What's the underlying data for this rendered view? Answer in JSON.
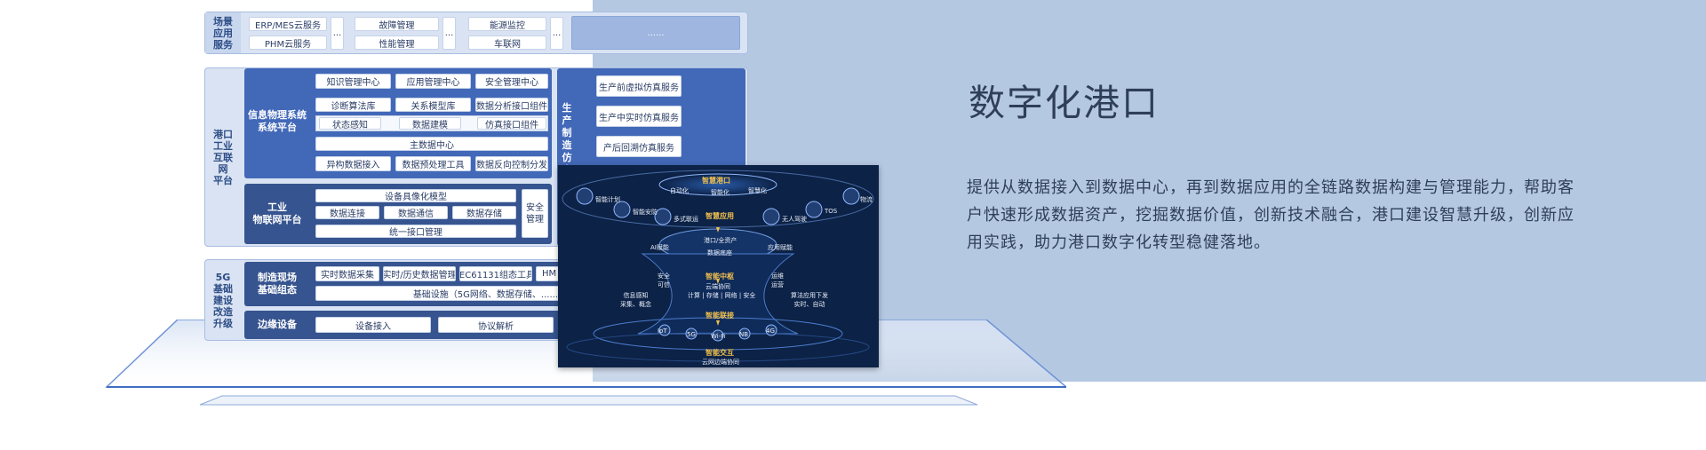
{
  "heading": {
    "title": "数字化港口"
  },
  "description": "提供从数据接入到数据中心，再到数据应用的全链路数据构建与管理能力，帮助客户快速形成数据资产，挖掘数据价值，创新技术融合，港口建设智慧升级，创新应用实践，助力港口数字化转型稳健落地。",
  "scene": {
    "label": "场景\n应用\n服务",
    "items": [
      "ERP/MES云服务",
      "PHM云服务",
      "故障管理",
      "性能管理",
      "能源监控",
      "车联网",
      "......"
    ],
    "ellipsis": "..."
  },
  "platform": {
    "label": "港口\n工业\n互联\n网\n平台",
    "cps": {
      "label": "信息物理系统\n系统平台",
      "items": [
        "知识管理中心",
        "应用管理中心",
        "安全管理中心",
        "诊断算法库",
        "关系模型库",
        "数据分析接口组件",
        "状态感知",
        "数据建模",
        "仿真接口组件",
        "主数据中心",
        "异构数据接入",
        "数据预处理工具",
        "数据反向控制分发"
      ]
    },
    "iot": {
      "label": "工业\n物联网平台",
      "items": [
        "设备具像化模型",
        "数据连接",
        "数据通信",
        "数据存储",
        "统一接口管理"
      ],
      "security": "安全\n管理"
    },
    "sim": {
      "label": "生\n产\n制\n造\n仿\n真",
      "items": [
        "生产前虚拟仿真服务",
        "生产中实时仿真服务",
        "产后回溯仿真服务"
      ]
    }
  },
  "infra": {
    "label": "5G\n基础\n建设\n改造\n升级",
    "site": {
      "label": "制造现场\n基础组态",
      "items": [
        "实时数据采集",
        "实时/历史数据管理",
        "IEC61131组态工具",
        "HM",
        "基础设施（5G网络、数据存储、......"
      ]
    },
    "edge": {
      "label": "边缘设备",
      "items": [
        "设备接入",
        "协议解析"
      ]
    }
  },
  "overlay": {
    "top_title": "智慧港口",
    "top_items": [
      "自动化",
      "智能化",
      "智慧化"
    ],
    "apps": [
      "智能计划",
      "智能安防",
      "多式联运",
      "无人驾驶",
      "TOS",
      "物流"
    ],
    "smart_app": "智慧应用",
    "mid_items": [
      "港口/全资产",
      "数据底座"
    ],
    "side_left_top": "AI赋能",
    "side_right_top": "应用赋能",
    "center": "智能中枢",
    "center_sub": "云端协同",
    "center_row": "计算 | 存储 | 网络 | 安全",
    "left_notes": [
      "安全\n可信",
      "信息感知\n采集、概念"
    ],
    "right_notes": [
      "运维\n运营",
      "算法应用下发\n实时、自动"
    ],
    "link": "智能联接",
    "edge_title": "智能交互",
    "edge_sub": "云网边端协同",
    "links": [
      "IoT",
      "5G",
      "Wi-Fi",
      "NB",
      "4G"
    ]
  },
  "colors": {
    "accent": "#3a62b4",
    "dark_label": "#36548f",
    "panel_bg": "#b5c8e2",
    "gold": "#f2c14e"
  }
}
